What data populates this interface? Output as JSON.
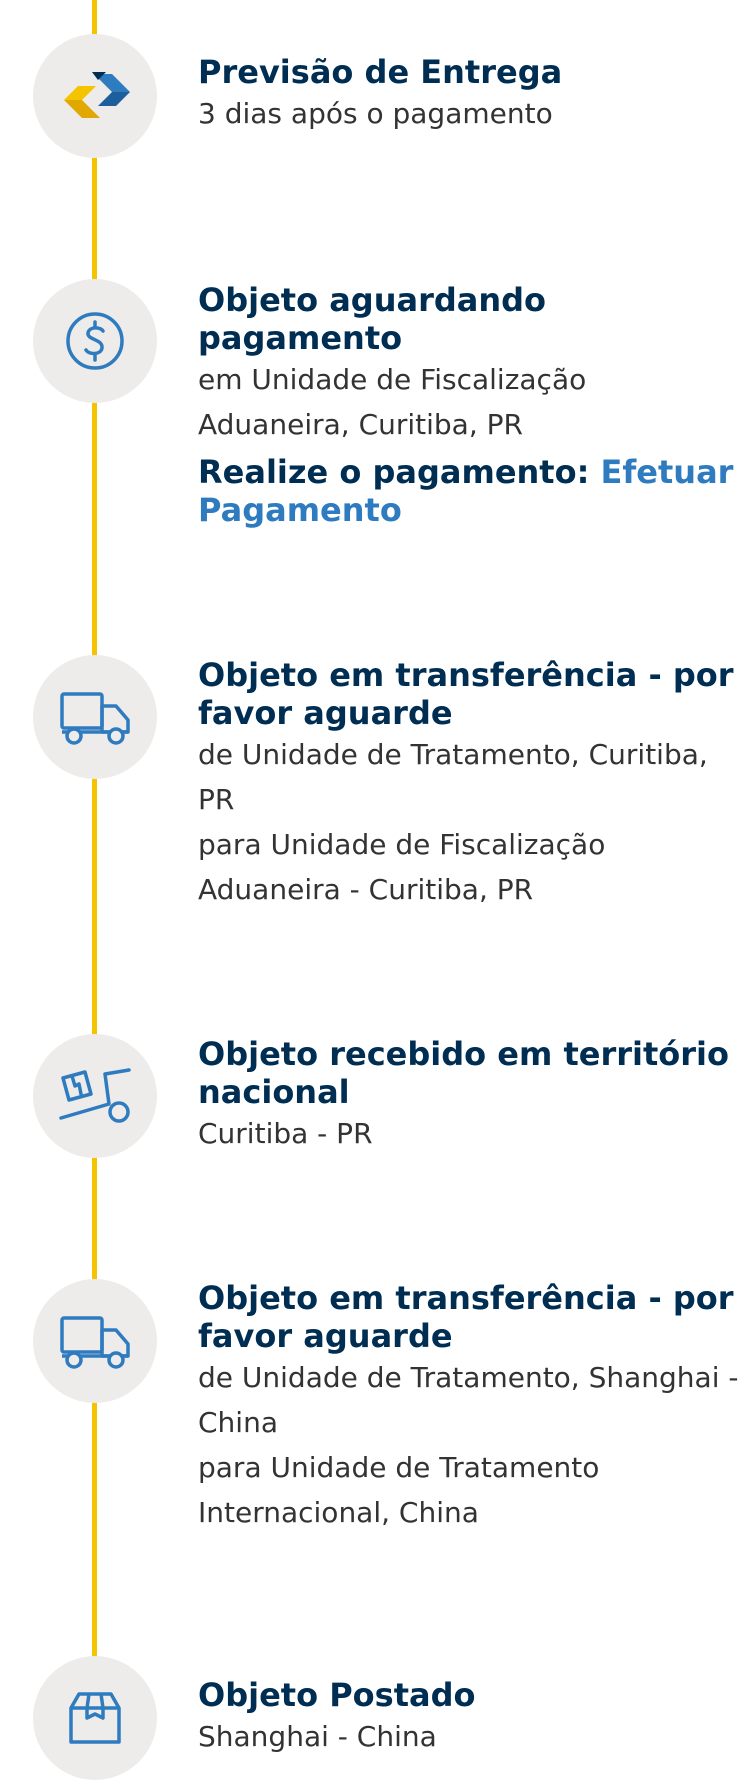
{
  "events": [
    {
      "icon": "correios-logo-icon",
      "title": "Previsão de Entrega",
      "details": [
        "3 dias após o pagamento"
      ]
    },
    {
      "icon": "dollar-icon",
      "title": "Objeto aguardando pagamento",
      "details": [
        "em Unidade de Fiscalização Aduaneira, Curitiba, PR"
      ],
      "action": {
        "prompt": "Realize o pagamento:",
        "link_label": "Efetuar Pagamento"
      }
    },
    {
      "icon": "truck-icon",
      "title": "Objeto em transferência - por favor aguarde",
      "details": [
        "de Unidade de Tratamento, Curitiba, PR",
        "para Unidade de Fiscalização Aduaneira - Curitiba, PR"
      ]
    },
    {
      "icon": "hand-truck-icon",
      "title": "Objeto recebido em território nacional",
      "details": [
        "Curitiba - PR"
      ]
    },
    {
      "icon": "truck-icon",
      "title": "Objeto em transferência - por favor aguarde",
      "details": [
        "de Unidade de Tratamento, Shanghai - China",
        "para Unidade de Tratamento Internacional, China"
      ]
    },
    {
      "icon": "package-icon",
      "title": "Objeto Postado",
      "details": [
        "Shanghai - China"
      ]
    }
  ],
  "colors": {
    "timeline": "#f5c400",
    "title": "#002d52",
    "link": "#2f7bbf",
    "icon": "#2f7bbf",
    "circle": "#edecea"
  }
}
